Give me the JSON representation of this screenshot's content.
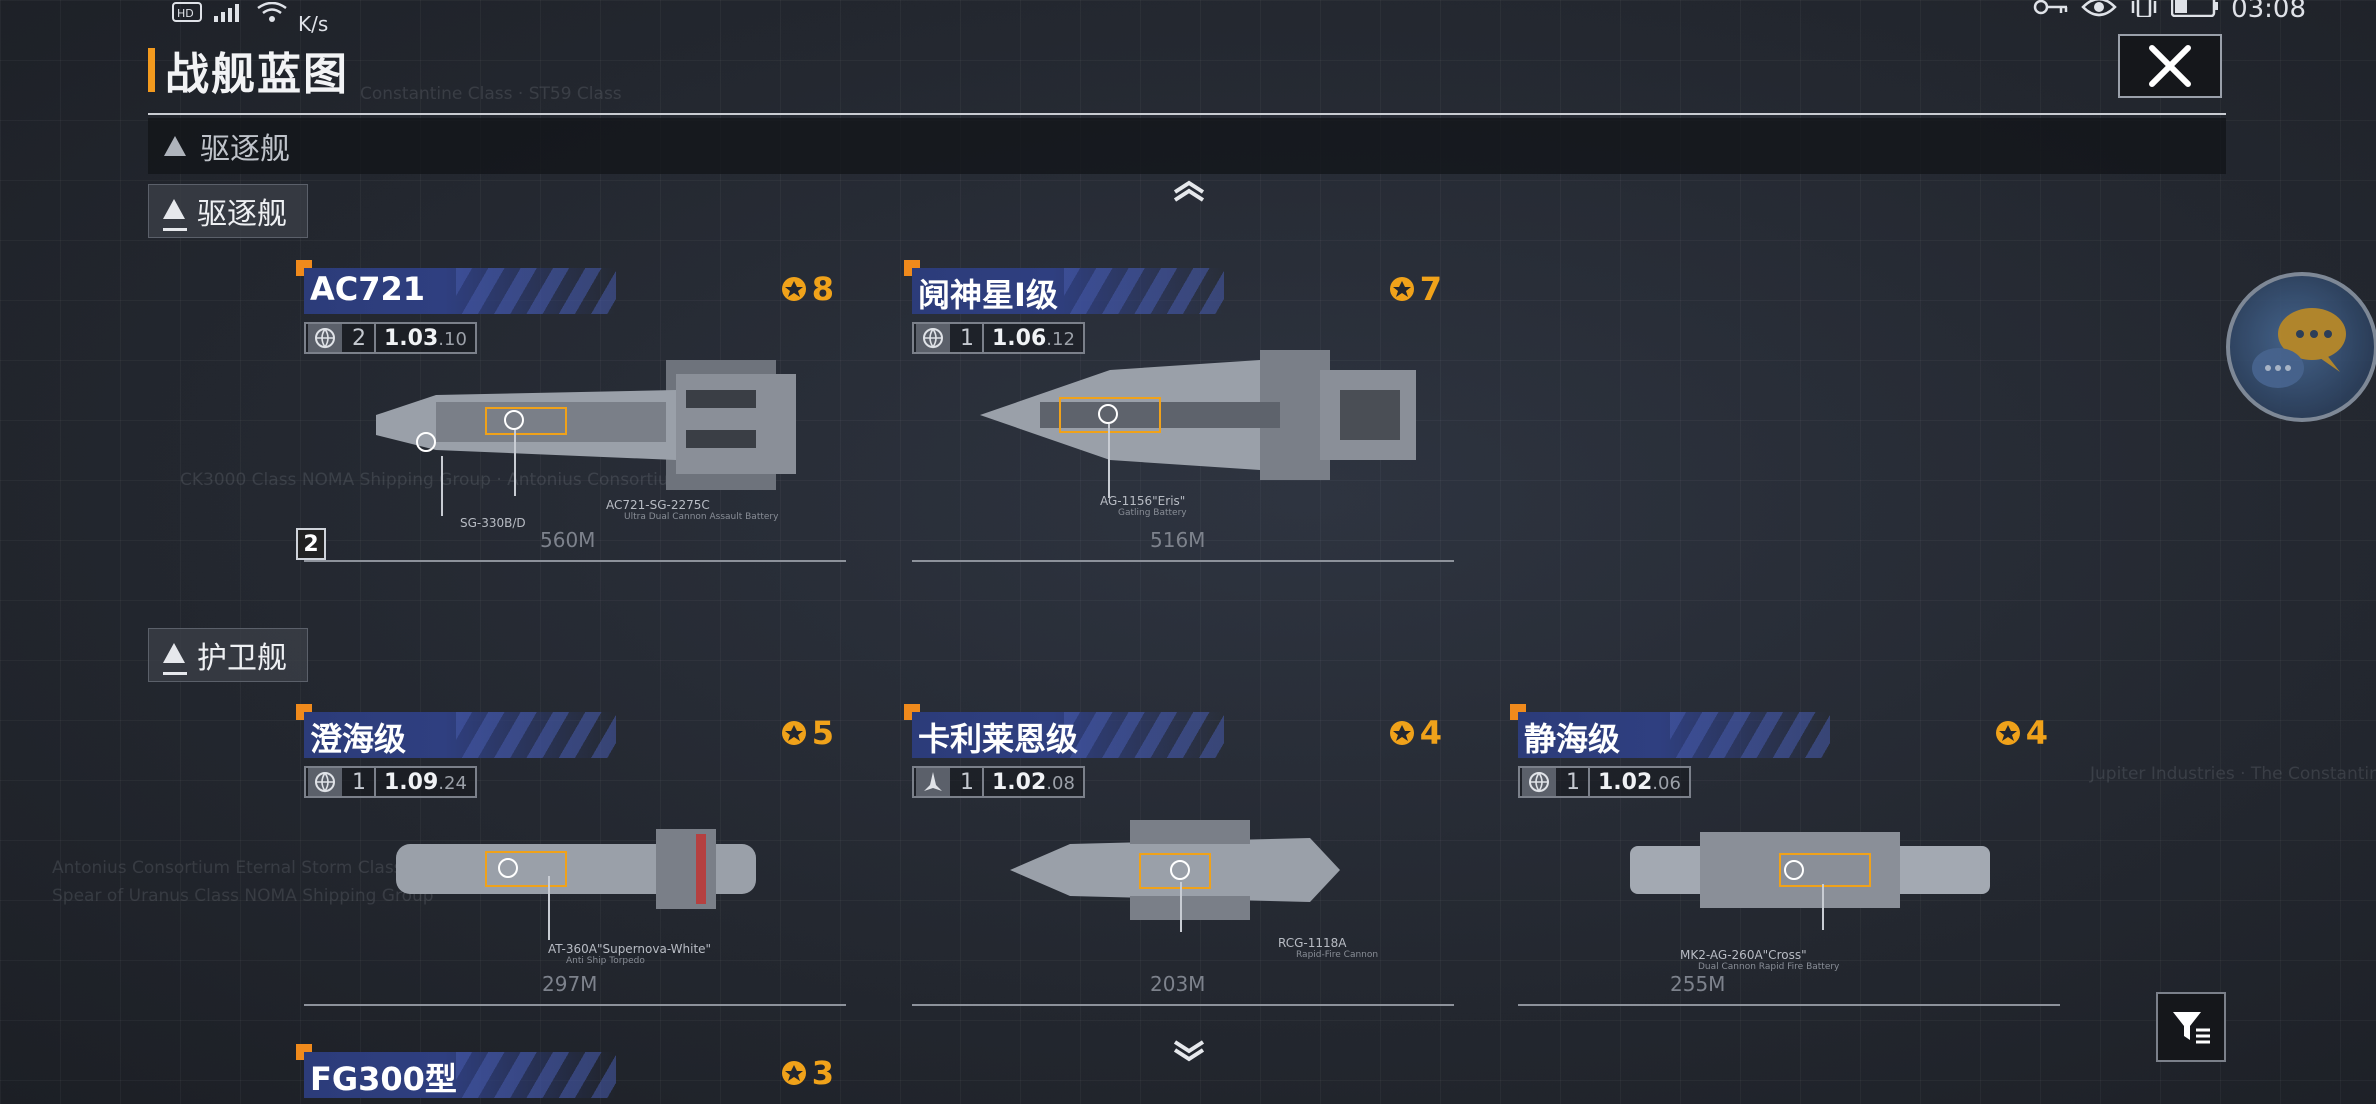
{
  "status_bar": {
    "network_speed": "K/s",
    "time": "03:08"
  },
  "header": {
    "title": "战舰蓝图"
  },
  "section_band": {
    "label": "驱逐舰"
  },
  "categories": [
    {
      "label": "驱逐舰"
    },
    {
      "label": "护卫舰"
    }
  ],
  "cards": [
    {
      "name": "AC721",
      "level": "8",
      "info_num": "2",
      "version_main": "1.03",
      "version_sub": "10",
      "length": "560M",
      "weapons": [
        {
          "name": "AC721-SG-2275C",
          "sub": "Ultra Dual Cannon Assault Battery"
        },
        {
          "name": "SG-330B/D",
          "sub": ""
        }
      ],
      "badge": "2"
    },
    {
      "name": "阋神星I级",
      "level": "7",
      "info_num": "1",
      "version_main": "1.06",
      "version_sub": "12",
      "length": "516M",
      "weapons": [
        {
          "name": "AG-1156\"Eris\"",
          "sub": "Gatling Battery"
        }
      ]
    },
    {
      "name": "澄海级",
      "level": "5",
      "info_num": "1",
      "version_main": "1.09",
      "version_sub": "24",
      "length": "297M",
      "weapons": [
        {
          "name": "AT-360A\"Supernova-White\"",
          "sub": "Anti Ship Torpedo"
        }
      ]
    },
    {
      "name": "卡利莱恩级",
      "level": "4",
      "info_num": "1",
      "version_main": "1.02",
      "version_sub": "08",
      "length": "203M",
      "weapons": [
        {
          "name": "RCG-1118A",
          "sub": "Rapid-Fire Cannon"
        }
      ]
    },
    {
      "name": "静海级",
      "level": "4",
      "info_num": "1",
      "version_main": "1.02",
      "version_sub": "06",
      "length": "255M",
      "weapons": [
        {
          "name": "MK2-AG-260A\"Cross\"",
          "sub": "Dual Cannon Rapid Fire Battery"
        }
      ]
    },
    {
      "name": "FG300型",
      "level": "3"
    }
  ],
  "colors": {
    "accent": "#f39a1e",
    "level": "#f0a21a",
    "name_band": "#2c3c7a"
  },
  "icons": [
    "close-icon",
    "chevron-up-icon",
    "chevron-down-icon",
    "filter-icon",
    "chat-icon",
    "level-badge-icon",
    "globe-icon",
    "fighter-icon"
  ]
}
